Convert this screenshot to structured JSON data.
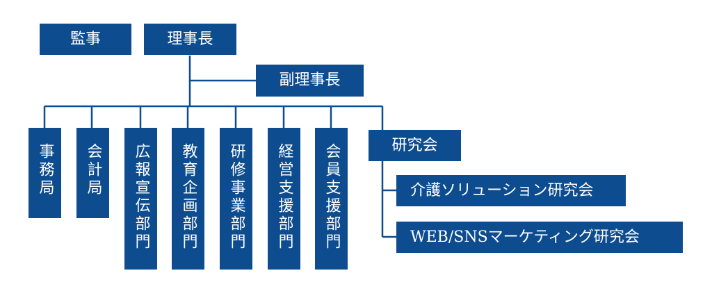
{
  "colors": {
    "box_fill": "#0d4c8f",
    "box_text": "#ffffff",
    "connector": "#0d4c8f"
  },
  "nodes": {
    "auditor": "監事",
    "chairman": "理事長",
    "vice_chairman": "副理事長",
    "secretariat": "事務局",
    "accounting": "会計局",
    "pr": "広報宣伝部門",
    "education": "教育企画部門",
    "training": "研修事業部門",
    "management_support": "経営支援部門",
    "member_support": "会員支援部門",
    "research": "研究会",
    "care_solution": "介護ソリューション研究会",
    "web_sns": "WEB/SNSマーケティング研究会"
  }
}
